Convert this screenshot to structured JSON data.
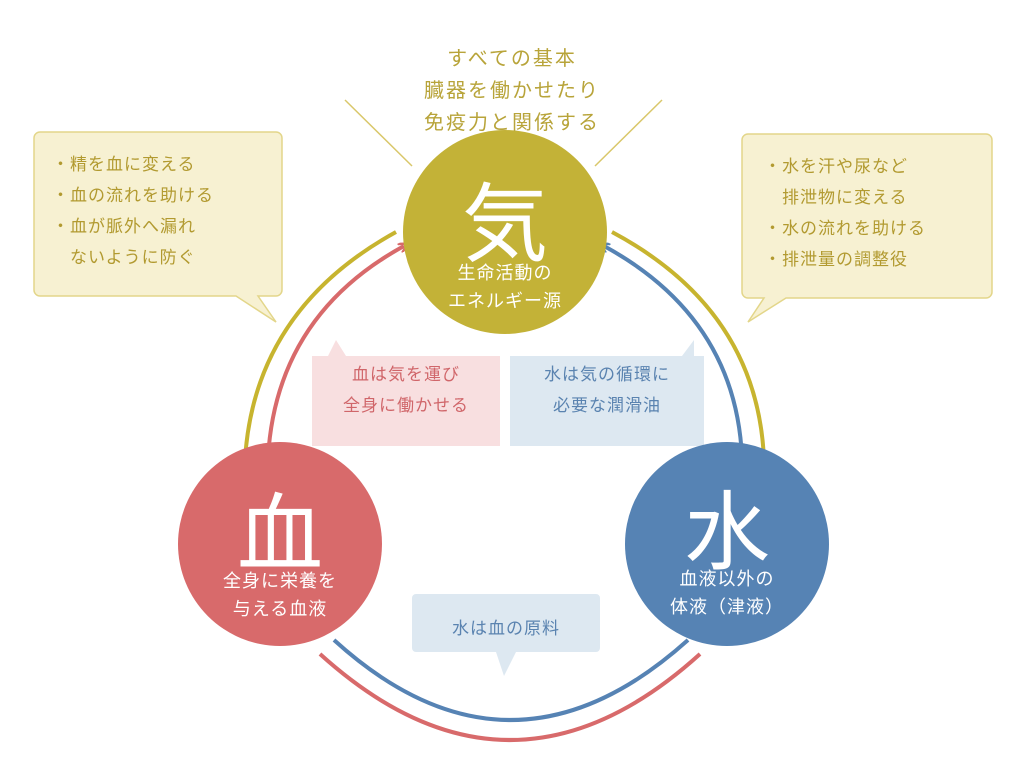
{
  "top_note": [
    "すべての基本",
    "臓器を働かせたり",
    "免疫力と関係する"
  ],
  "nodes": {
    "qi": {
      "char": "気",
      "desc": [
        "生命活動の",
        "エネルギー源"
      ],
      "color": "#c3b237"
    },
    "blood": {
      "char": "血",
      "desc": [
        "全身に栄養を",
        "与える血液"
      ],
      "color": "#d86a6b"
    },
    "water": {
      "char": "水",
      "desc": [
        "血液以外の",
        "体液（津液）"
      ],
      "color": "#5683b4"
    }
  },
  "callouts": {
    "qi_blood": [
      "・精を血に変える",
      "・血の流れを助ける",
      "・血が脈外へ漏れ",
      "　ないように防ぐ"
    ],
    "qi_water": [
      "・水を汗や尿など",
      "　排泄物に変える",
      "・水の流れを助ける",
      "・排泄量の調整役"
    ]
  },
  "relations": {
    "blood_to_qi": [
      "血は気を運び",
      "全身に働かせる"
    ],
    "water_to_qi": [
      "水は気の循環に",
      "必要な潤滑油"
    ],
    "water_to_blood": [
      "水は血の原料"
    ]
  },
  "colors": {
    "qi_box_fill": "#f7f1d2",
    "qi_box_stroke": "#e3d68a",
    "pink_box_fill": "#f8dfe0",
    "blue_box_fill": "#dde8f1",
    "arrow_yellow": "#c7b42f",
    "arrow_red": "#d86a6b",
    "arrow_blue": "#5683b4"
  }
}
